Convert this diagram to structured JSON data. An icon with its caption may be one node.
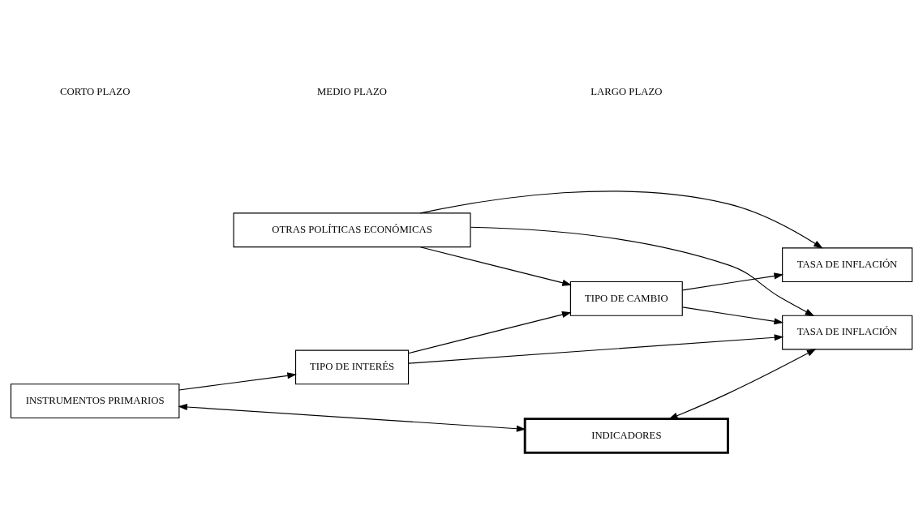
{
  "diagram": {
    "nodes": [
      {
        "text": [
          "INSTRUMENTOS PRIMARIOS"
        ]
      },
      {
        "text": [
          "TIPO DE INTERÉS"
        ]
      },
      {
        "text": [
          "OTRAS POLÍTICAS ECONÓMICAS"
        ]
      },
      {
        "text": [
          "TIPO DE CAMBIO"
        ]
      },
      {
        "text": [
          "TASA DE INFLACIÓN"
        ]
      },
      {
        "text": [
          "TASA DE INFLACIÓN"
        ]
      },
      {
        "text": [
          "INDICADORES"
        ]
      }
    ],
    "edges": [
      {
        "from": 0,
        "to": 1,
        "arrow": "to"
      },
      {
        "from": 1,
        "to": 3,
        "arrow": "to"
      },
      {
        "from": 1,
        "to": 5,
        "arrow": "to"
      },
      {
        "from": 3,
        "to": 4,
        "arrow": "to"
      },
      {
        "from": 3,
        "to": 5,
        "arrow": "to"
      },
      {
        "from": 2,
        "to": 3,
        "arrow": "to"
      },
      {
        "from": 2,
        "to": 4,
        "arrow": "to"
      },
      {
        "from": 2,
        "to": 5,
        "arrow": "to"
      },
      {
        "from": 0,
        "to": 6,
        "arrow": "both"
      },
      {
        "from": 6,
        "to": 5,
        "arrow": "both"
      }
    ],
    "labels": [
      "CORTO PLAZO",
      "MEDIO PLAZO",
      "LARGO PLAZO"
    ]
  }
}
